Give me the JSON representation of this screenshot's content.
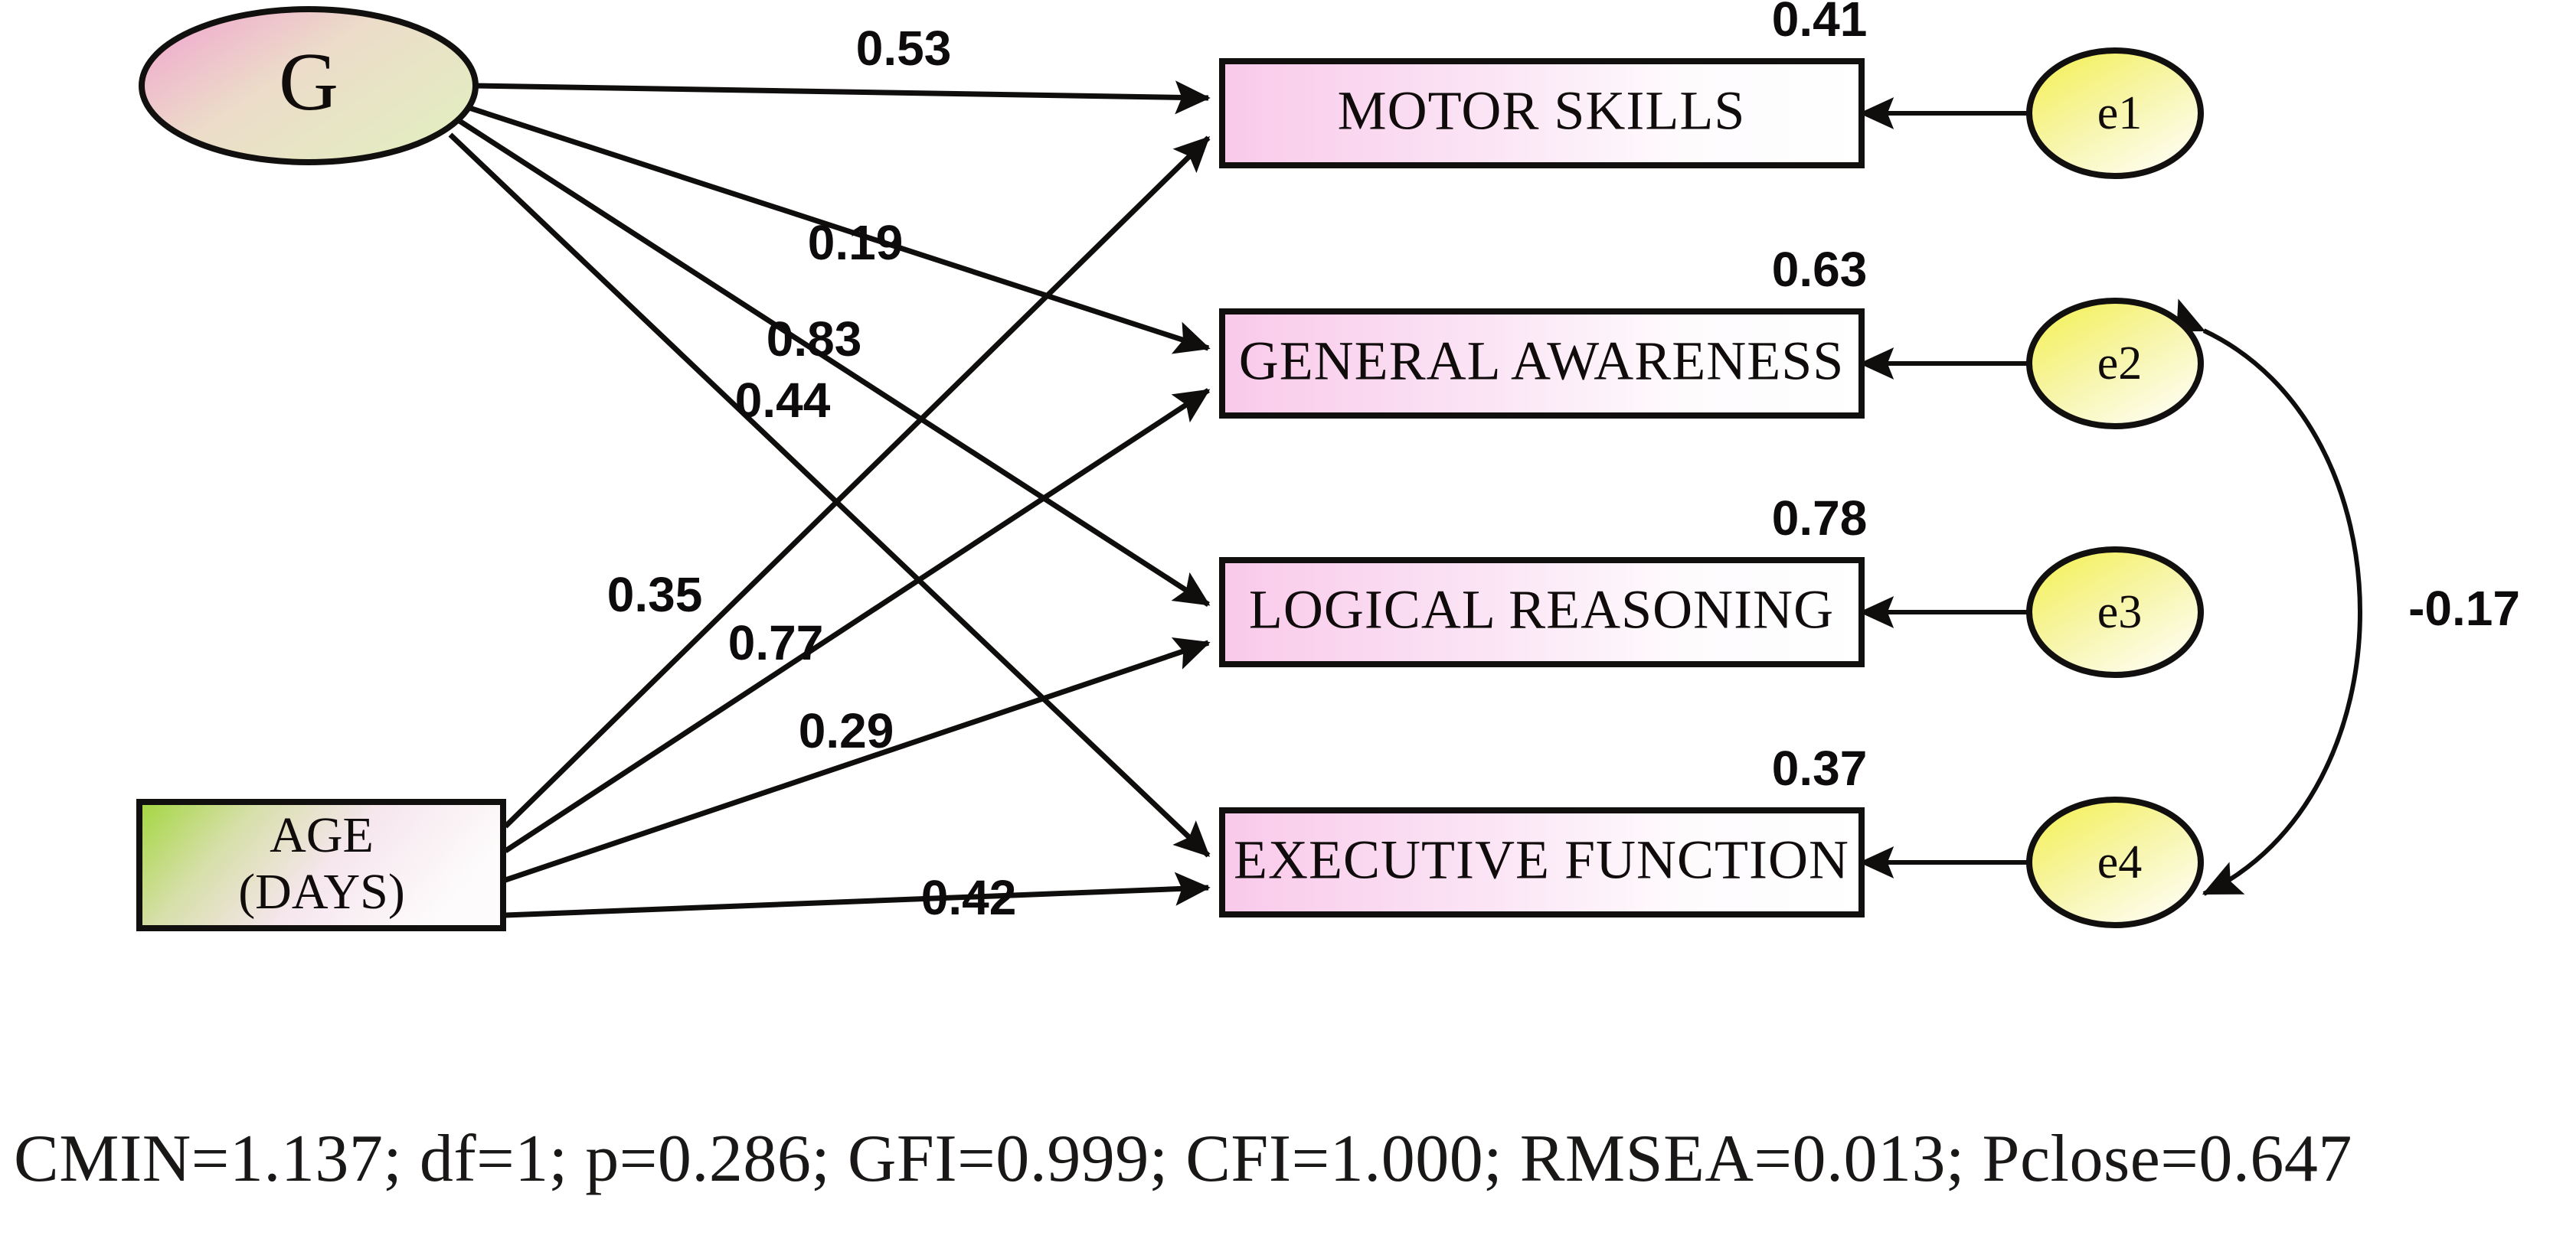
{
  "diagram": {
    "type": "sem-path-diagram",
    "latent": {
      "id": "G",
      "label": "G"
    },
    "predictor": {
      "id": "AGE",
      "line1": "AGE",
      "line2": "(DAYS)"
    },
    "observed": [
      {
        "id": "MOTOR_SKILLS",
        "label": "MOTOR SKILLS",
        "r2": "0.41",
        "error": "e1"
      },
      {
        "id": "GENERAL_AWARENESS",
        "label": "GENERAL AWARENESS",
        "r2": "0.63",
        "error": "e2"
      },
      {
        "id": "LOGICAL_REASONING",
        "label": "LOGICAL REASONING",
        "r2": "0.78",
        "error": "e3"
      },
      {
        "id": "EXECUTIVE_FUNCTION",
        "label": "EXECUTIVE FUNCTION",
        "r2": "0.37",
        "error": "e4"
      }
    ],
    "paths": [
      {
        "from": "G",
        "to": "MOTOR_SKILLS",
        "coef": "0.53"
      },
      {
        "from": "G",
        "to": "GENERAL_AWARENESS",
        "coef": "0.19"
      },
      {
        "from": "G",
        "to": "LOGICAL_REASONING",
        "coef": "0.83"
      },
      {
        "from": "G",
        "to": "EXECUTIVE_FUNCTION",
        "coef": "0.44"
      },
      {
        "from": "AGE",
        "to": "MOTOR_SKILLS",
        "coef": "0.35"
      },
      {
        "from": "AGE",
        "to": "GENERAL_AWARENESS",
        "coef": "0.77"
      },
      {
        "from": "AGE",
        "to": "LOGICAL_REASONING",
        "coef": "0.29"
      },
      {
        "from": "AGE",
        "to": "EXECUTIVE_FUNCTION",
        "coef": "0.42"
      }
    ],
    "covariance": {
      "between": [
        "e2",
        "e4"
      ],
      "coef": "-0.17"
    },
    "fit_statistics": {
      "text": "CMIN=1.137; df=1; p=0.286; GFI=0.999; CFI=1.000; RMSEA=0.013; Pclose=0.647",
      "CMIN": "1.137",
      "df": "1",
      "p": "0.286",
      "GFI": "0.999",
      "CFI": "1.000",
      "RMSEA": "0.013",
      "Pclose": "0.647"
    },
    "colors": {
      "latent_fill_a": "#f3b8d6",
      "latent_fill_b": "#e4eec4",
      "box_fill_a": "#f9ccec",
      "box_fill_b": "#ffffff",
      "age_fill_a": "#a8d84e",
      "age_fill_b": "#fdf2f8",
      "error_fill_a": "#f2ef6a",
      "error_fill_b": "#ffffff",
      "stroke": "#120f0f"
    }
  }
}
